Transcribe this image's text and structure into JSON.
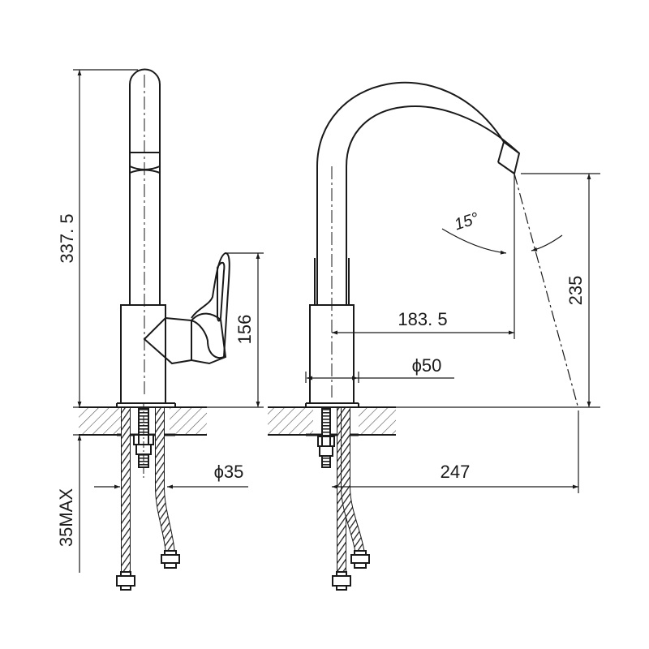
{
  "dimensions": {
    "total_height": "337. 5",
    "handle_height": "156",
    "mount_depth": "35MAX",
    "pipe_diameter": "ϕ35",
    "spout_reach": "183. 5",
    "body_diameter": "ϕ50",
    "spout_height": "235",
    "flow_reach": "247",
    "spout_angle": "15°"
  },
  "colors": {
    "line": "#1a1a1a",
    "hatch": "#666666"
  }
}
